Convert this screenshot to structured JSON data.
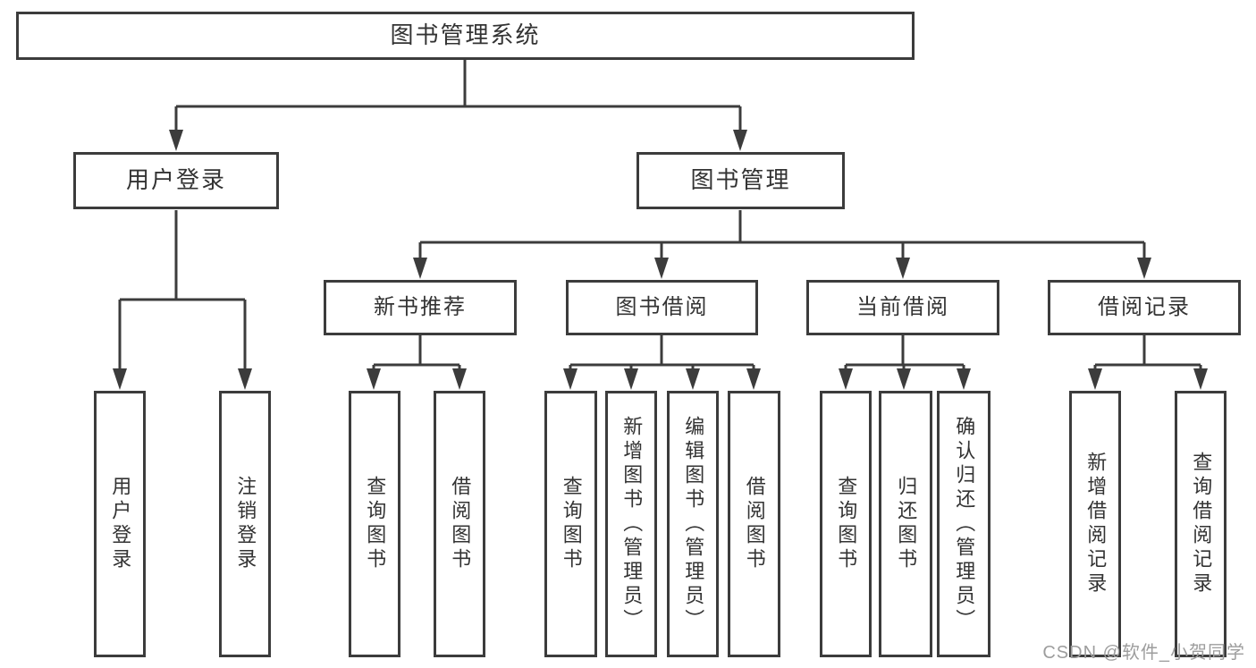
{
  "diagram": {
    "root": {
      "label": "图书管理系统"
    },
    "level2": {
      "user_login": {
        "label": "用户登录",
        "children": [
          "用户登录",
          "注销登录"
        ]
      },
      "book_management": {
        "label": "图书管理"
      }
    },
    "level3": {
      "new_book_recommend": {
        "label": "新书推荐",
        "children": [
          "查询图书",
          "借阅图书"
        ]
      },
      "book_borrowing": {
        "label": "图书借阅",
        "children": [
          "查询图书",
          "新增图书（管理员）",
          "编辑图书（管理员）",
          "借阅图书"
        ]
      },
      "current_borrowing": {
        "label": "当前借阅",
        "children": [
          "查询图书",
          "归还图书",
          "确认归还（管理员）"
        ]
      },
      "borrowing_records": {
        "label": "借阅记录",
        "children": [
          "新增借阅记录",
          "查询借阅记录"
        ]
      }
    },
    "watermark": "CSDN @软件_小贺同学",
    "colors": {
      "line": "#3c3c3c",
      "box_border": "#3c3c3c",
      "box_fill": "#ffffff",
      "text": "#333333",
      "watermark": "#9d9d9d",
      "background": "#ffffff"
    }
  }
}
